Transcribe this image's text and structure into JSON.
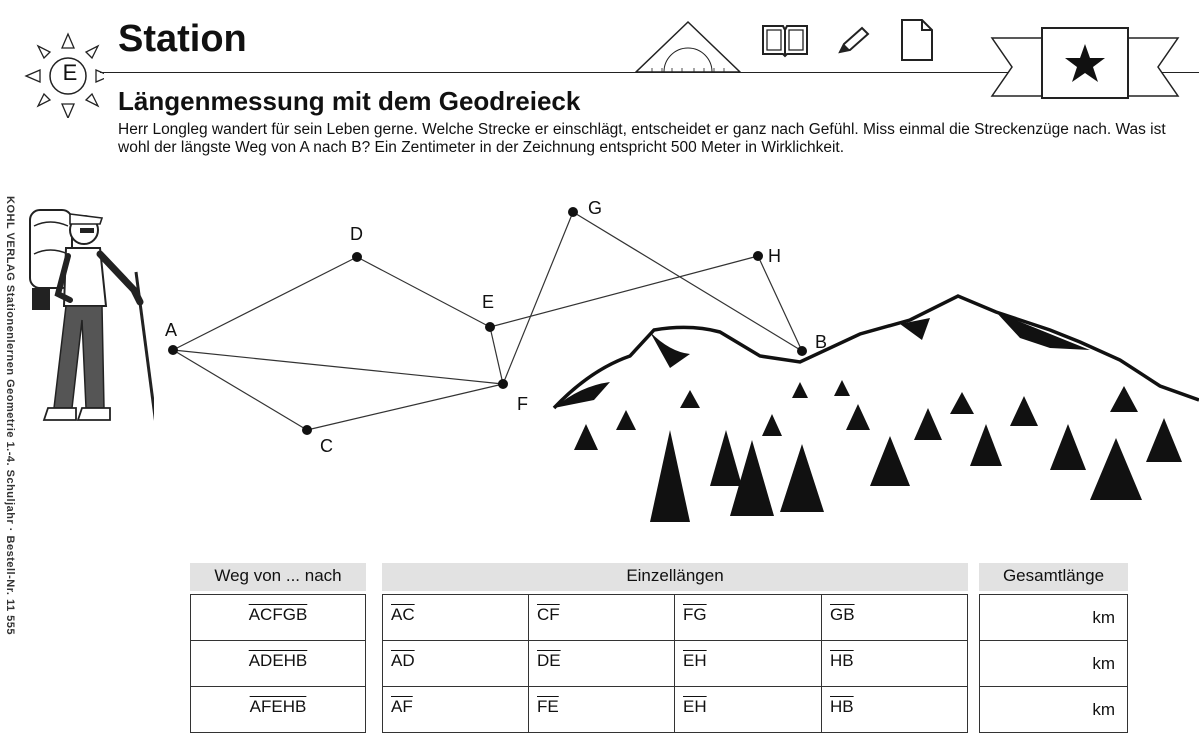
{
  "sidebar_text": "KOHL VERLAG Stationenlernen Geometrie 1.-4. Schuljahr · Bestell-Nr. 11 555",
  "station": {
    "title": "Station",
    "letter": "E"
  },
  "heading": "Längenmessung mit dem Geodreieck",
  "instructions": "Herr Longleg wandert für sein Leben gerne. Welche Strecke er einschlägt, entscheidet er ganz nach Gefühl. Miss einmal die Streckenzüge nach. Was ist wohl der längste Weg von A nach B? Ein Zentimeter in der Zeichnung entspricht 500 Meter in Wirklichkeit.",
  "icons": [
    "compass-star-icon",
    "geodreieck-icon",
    "book-icon",
    "pencil-icon",
    "document-icon",
    "star-banner-icon"
  ],
  "points": {
    "A": "A",
    "B": "B",
    "C": "C",
    "D": "D",
    "E": "E",
    "F": "F",
    "G": "G",
    "H": "H"
  },
  "table": {
    "headers": {
      "route": "Weg von ... nach",
      "segments": "Einzellängen",
      "total": "Gesamtlänge"
    },
    "rows": [
      {
        "route": "ACFGB",
        "segments": [
          "AC",
          "CF",
          "FG",
          "GB"
        ],
        "unit": "km"
      },
      {
        "route": "ADEHB",
        "segments": [
          "AD",
          "DE",
          "EH",
          "HB"
        ],
        "unit": "km"
      },
      {
        "route": "AFEHB",
        "segments": [
          "AF",
          "FE",
          "EH",
          "HB"
        ],
        "unit": "km"
      }
    ]
  }
}
